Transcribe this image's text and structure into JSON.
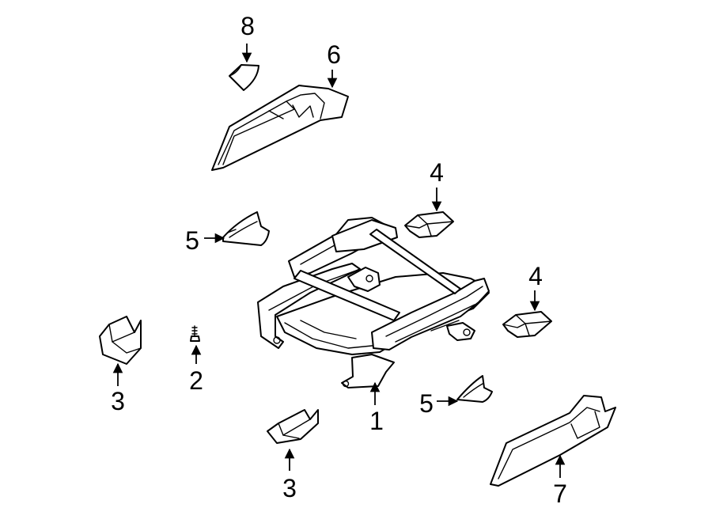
{
  "callouts": {
    "c1": "1",
    "c2": "2",
    "c3a": "3",
    "c3b": "3",
    "c4a": "4",
    "c4b": "4",
    "c5a": "5",
    "c5b": "5",
    "c6": "6",
    "c7": "7",
    "c8": "8"
  },
  "colors": {
    "line": "#000000",
    "background": "#ffffff"
  }
}
